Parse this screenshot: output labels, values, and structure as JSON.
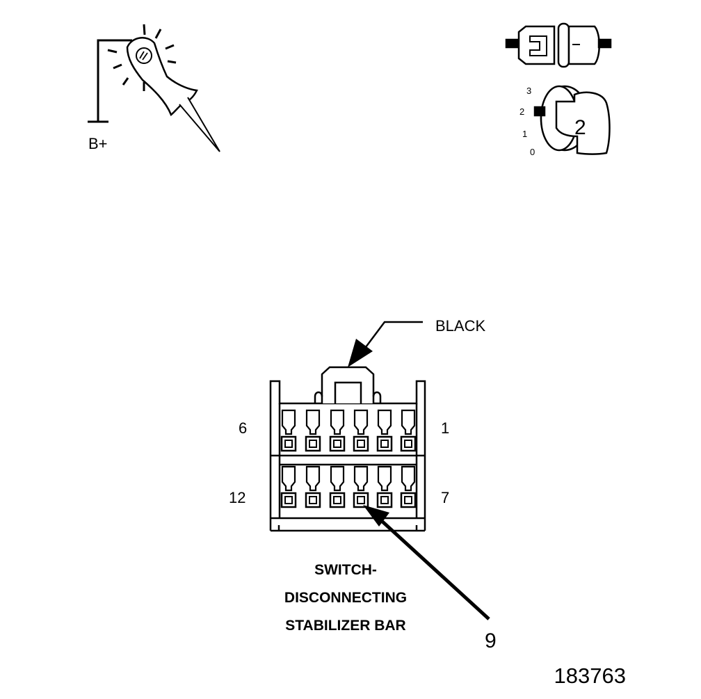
{
  "probe": {
    "voltage_label": "B+"
  },
  "ignition_key": {
    "positions": [
      "3",
      "2",
      "1",
      "0"
    ],
    "selected": "2"
  },
  "connector": {
    "color_label": "BLACK",
    "pin_left_top": "6",
    "pin_right_top": "1",
    "pin_left_bottom": "12",
    "pin_right_bottom": "7",
    "name_line1": "SWITCH-",
    "name_line2": "DISCONNECTING",
    "name_line3": "STABILIZER BAR",
    "callout_pin": "9"
  },
  "figure_id": "183763"
}
